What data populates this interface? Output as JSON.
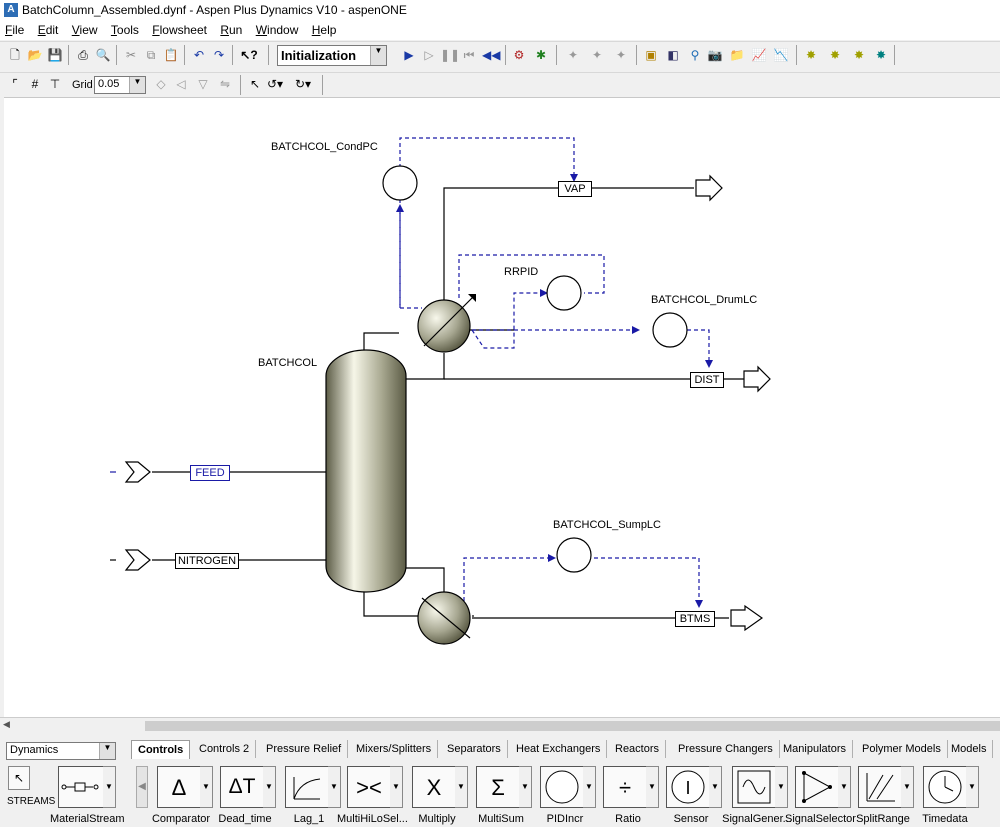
{
  "window": {
    "title": "BatchColumn_Assembled.dynf - Aspen Plus Dynamics V10 - aspenONE",
    "app_icon_letter": "A"
  },
  "menu": [
    "File",
    "Edit",
    "View",
    "Tools",
    "Flowsheet",
    "Run",
    "Window",
    "Help"
  ],
  "toolbar": {
    "run_mode": "Initialization"
  },
  "toolbar2": {
    "grid_label": "Grid",
    "grid_value": "0.05"
  },
  "flowsheet": {
    "blocks": {
      "condpc": "BATCHCOL_CondPC",
      "rrpid": "RRPID",
      "drumlc": "BATCHCOL_DrumLC",
      "batchcol": "BATCHCOL",
      "sumplc": "BATCHCOL_SumpLC"
    },
    "streams": {
      "vap": "VAP",
      "dist": "DIST",
      "feed": "FEED",
      "nitrogen": "NITROGEN",
      "btms": "BTMS"
    },
    "colors": {
      "signal": "#1a1aa6",
      "material": "#000000"
    }
  },
  "palette": {
    "library": "Dynamics",
    "tabs": [
      "Controls",
      "Controls 2",
      "Pressure Relief",
      "Mixers/Splitters",
      "Separators",
      "Heat Exchangers",
      "Reactors",
      "Pressure Changers",
      "Manipulators",
      "Polymer Models",
      "Models"
    ],
    "active_tab": "Controls",
    "streams_label": "STREAMS",
    "material_stream_label": "MaterialStream",
    "items": [
      {
        "label": "Comparator",
        "glyph": "Δ"
      },
      {
        "label": "Dead_time",
        "glyph": "ΔT"
      },
      {
        "label": "Lag_1",
        "glyph": ""
      },
      {
        "label": "MultiHiLoSel...",
        "glyph": "><"
      },
      {
        "label": "Multiply",
        "glyph": "X"
      },
      {
        "label": "MultiSum",
        "glyph": "Σ"
      },
      {
        "label": "PIDIncr",
        "glyph": ""
      },
      {
        "label": "Ratio",
        "glyph": "÷"
      },
      {
        "label": "Sensor",
        "glyph": "I"
      },
      {
        "label": "SignalGener...",
        "glyph": ""
      },
      {
        "label": "SignalSelector",
        "glyph": ""
      },
      {
        "label": "SplitRange",
        "glyph": ""
      },
      {
        "label": "Timedata",
        "glyph": ""
      }
    ]
  }
}
